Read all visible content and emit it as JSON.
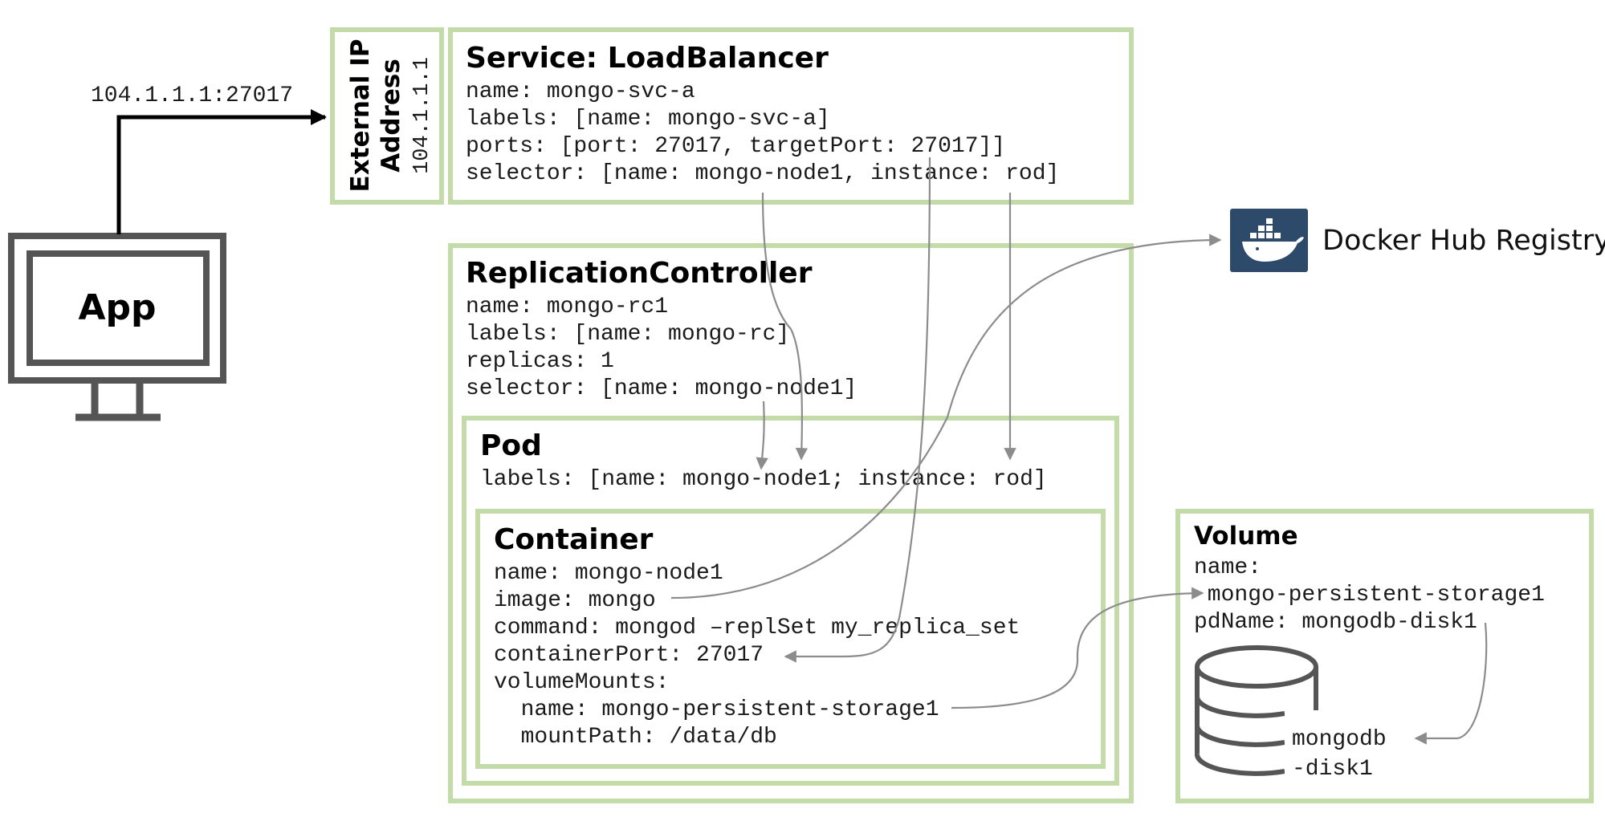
{
  "app": {
    "label": "App",
    "endpoint": "104.1.1.1:27017"
  },
  "external_ip": {
    "title_line1": "External IP",
    "title_line2": "Address",
    "value": "104.1.1.1"
  },
  "service": {
    "title": "Service: LoadBalancer",
    "lines": [
      "name: mongo-svc-a",
      "labels: [name: mongo-svc-a]",
      "ports: [port: 27017, targetPort: 27017]]",
      "selector: [name: mongo-node1, instance: rod]"
    ]
  },
  "replication_controller": {
    "title": "ReplicationController",
    "lines": [
      "name: mongo-rc1",
      "labels: [name: mongo-rc]",
      "replicas: 1",
      "selector: [name: mongo-node1]"
    ]
  },
  "pod": {
    "title": "Pod",
    "lines": [
      "labels: [name: mongo-node1; instance: rod]"
    ]
  },
  "container": {
    "title": "Container",
    "lines": [
      "name: mongo-node1",
      "image: mongo",
      "command: mongod –replSet my_replica_set",
      "containerPort: 27017",
      "volumeMounts:",
      "  name: mongo-persistent-storage1",
      "  mountPath: /data/db"
    ]
  },
  "volume": {
    "title": "Volume",
    "lines": [
      "name:",
      " mongo-persistent-storage1",
      "pdName: mongodb-disk1"
    ]
  },
  "disk": {
    "line1": "mongodb",
    "line2": "-disk1"
  },
  "docker_hub": {
    "label": "Docker Hub Registry",
    "icon": "docker-whale-icon",
    "icon_color": "#2d4a6b"
  },
  "colors": {
    "box_border": "#c3dba8",
    "connector": "#8c8c8c",
    "monitor": "#555555"
  }
}
